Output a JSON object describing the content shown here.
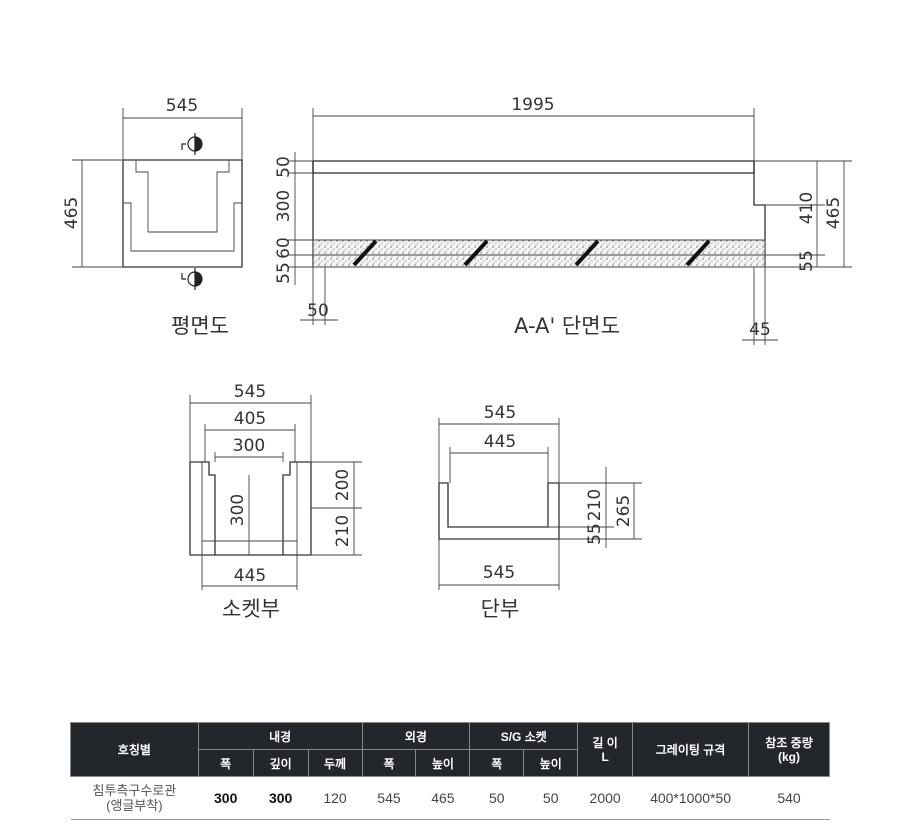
{
  "plan": {
    "caption": "평면도",
    "dim_width": "545",
    "dim_height": "465"
  },
  "section": {
    "caption": "A-A' 단면도",
    "dim_length": "1995",
    "dims_left": [
      "50",
      "300",
      "60",
      "55"
    ],
    "dims_right": [
      "410",
      "465",
      "55"
    ],
    "dim_bottom_left": "50",
    "dim_bottom_right": "45"
  },
  "socket": {
    "caption": "소켓부",
    "dims_top": [
      "545",
      "405",
      "300"
    ],
    "dim_inner_depth": "300",
    "dims_right": [
      "200",
      "210"
    ],
    "dim_bottom": "445"
  },
  "end": {
    "caption": "단부",
    "dims_top": [
      "545",
      "445"
    ],
    "dims_right": [
      "210",
      "55",
      "265"
    ],
    "dim_bottom": "545"
  },
  "table": {
    "headers": {
      "name": "호칭별",
      "inner": "내경",
      "outer": "외경",
      "sg": "S/G 소켓",
      "length": "길 이\nL",
      "grating": "그레이팅 규격",
      "weight": "참조 중량\n(kg)"
    },
    "subheaders": [
      "폭",
      "깊이",
      "두께",
      "폭",
      "높이",
      "폭",
      "높이"
    ],
    "row": {
      "name": "침투측구수로관\n(앵글부착)",
      "inner_width": "300",
      "inner_depth": "300",
      "thickness": "120",
      "outer_width": "545",
      "outer_height": "465",
      "sg_width": "50",
      "sg_height": "50",
      "length": "2000",
      "grating": "400*1000*50",
      "weight": "540"
    }
  }
}
